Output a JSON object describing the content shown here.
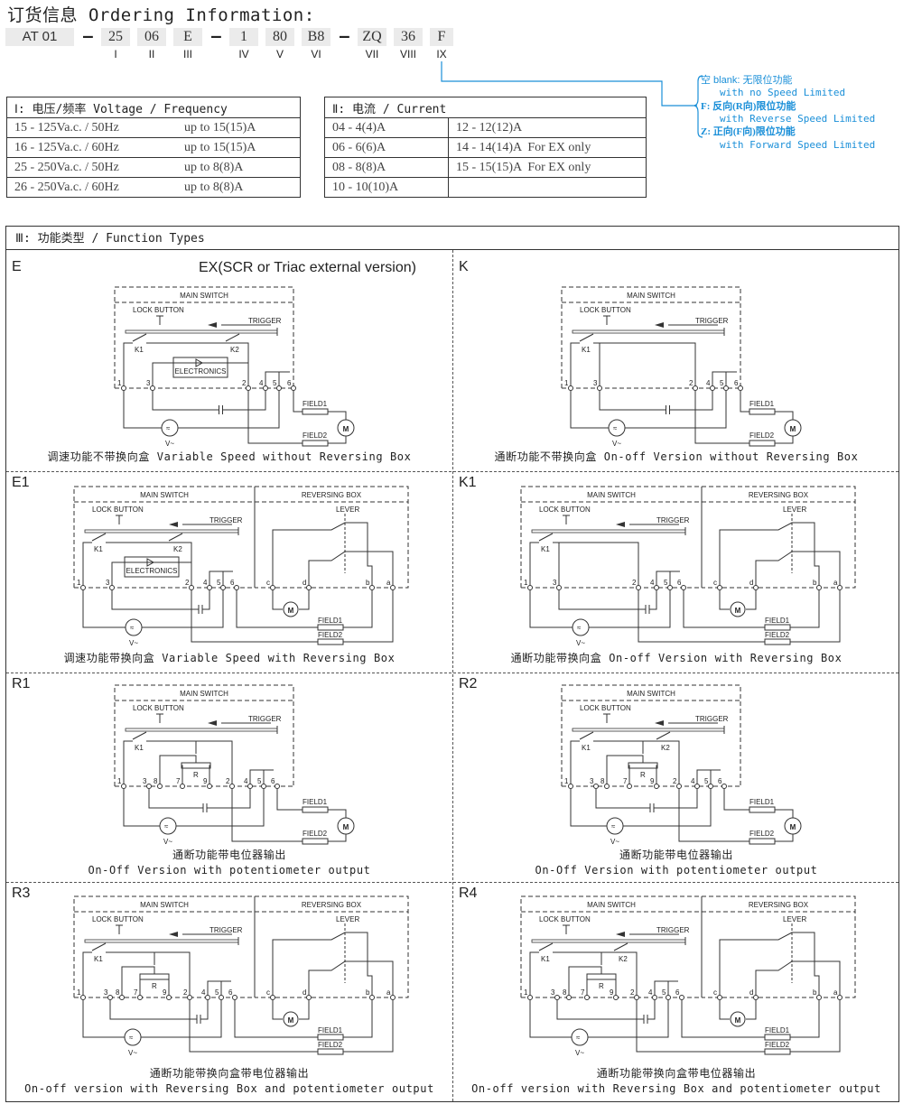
{
  "header": {
    "title": "订货信息 Ordering Information:"
  },
  "code": {
    "parts": [
      "AT 01",
      "25",
      "06",
      "E",
      "1",
      "80",
      "B8",
      "ZQ",
      "36",
      "F"
    ],
    "dash": "–",
    "romans": [
      "I",
      "II",
      "III",
      "IV",
      "V",
      "VI",
      "VII",
      "VIII",
      "IX"
    ]
  },
  "ix_note": {
    "lines": [
      "空 blank: 无限位功能",
      "with no Speed Limited",
      "F: 反向(R向)限位功能",
      "with Reverse Speed Limited",
      "Z: 正向(F向)限位功能",
      "with Forward Speed Limited"
    ],
    "color": "#1a8fd8"
  },
  "voltage_table": {
    "header": "Ⅰ: 电压/频率 Voltage / Frequency",
    "rows": [
      [
        "15 - 125Va.c. / 50Hz",
        "up to 15(15)A"
      ],
      [
        "16 - 125Va.c. / 60Hz",
        "up to 15(15)A"
      ],
      [
        "25 - 250Va.c. / 50Hz",
        "up to 8(8)A"
      ],
      [
        "26 - 250Va.c. / 60Hz",
        "up to 8(8)A"
      ]
    ]
  },
  "current_table": {
    "header": "Ⅱ: 电流 / Current",
    "rows": [
      [
        "04 - 4(4)A",
        "12 - 12(12)A"
      ],
      [
        "06 - 6(6)A",
        "14 - 14(14)A  For EX only"
      ],
      [
        "08 - 8(8)A",
        "15 - 15(15)A  For EX only"
      ],
      [
        "10 - 10(10)A",
        ""
      ]
    ]
  },
  "function_types": {
    "header": "Ⅲ: 功能类型 / Function Types",
    "ex_note": "EX(SCR or Triac external version)"
  },
  "diagram_labels": {
    "main_switch": "MAIN SWITCH",
    "reversing_box": "REVERSING BOX",
    "lock_button": "LOCK BUTTON",
    "trigger": "TRIGGER",
    "lever": "LEVER",
    "k1": "K1",
    "k2": "K2",
    "electronics": "ELECTRONICS",
    "field1": "FIELD1",
    "field2": "FIELD2",
    "motor": "M",
    "source": "V~",
    "resistor": "R"
  },
  "diagrams": [
    {
      "letter": "E",
      "rev": false,
      "pot": false,
      "elec": true,
      "k2": true,
      "caption_cn": "调速功能不带换向盒  Variable Speed without Reversing Box",
      "caption_en": ""
    },
    {
      "letter": "K",
      "rev": false,
      "pot": false,
      "elec": false,
      "k2": false,
      "caption_cn": "通断功能不带换向盒  On-off Version without Reversing Box",
      "caption_en": ""
    },
    {
      "letter": "E1",
      "rev": true,
      "pot": false,
      "elec": true,
      "k2": true,
      "caption_cn": "调速功能带换向盒  Variable Speed with Reversing Box",
      "caption_en": ""
    },
    {
      "letter": "K1",
      "rev": true,
      "pot": false,
      "elec": false,
      "k2": false,
      "caption_cn": "通断功能带换向盒  On-off Version with Reversing Box",
      "caption_en": ""
    },
    {
      "letter": "R1",
      "rev": false,
      "pot": true,
      "elec": false,
      "k2": false,
      "caption_cn": "通断功能带电位器输出",
      "caption_en": "On-Off Version with potentiometer output"
    },
    {
      "letter": "R2",
      "rev": false,
      "pot": true,
      "elec": false,
      "k2": true,
      "caption_cn": "通断功能带电位器输出",
      "caption_en": "On-Off Version with potentiometer output"
    },
    {
      "letter": "R3",
      "rev": true,
      "pot": true,
      "elec": false,
      "k2": false,
      "caption_cn": "通断功能带换向盒带电位器输出",
      "caption_en": "On-off version with Reversing Box and potentiometer output"
    },
    {
      "letter": "R4",
      "rev": true,
      "pot": true,
      "elec": false,
      "k2": true,
      "caption_cn": "通断功能带换向盒带电位器输出",
      "caption_en": "On-off version with Reversing Box and potentiometer output"
    }
  ]
}
